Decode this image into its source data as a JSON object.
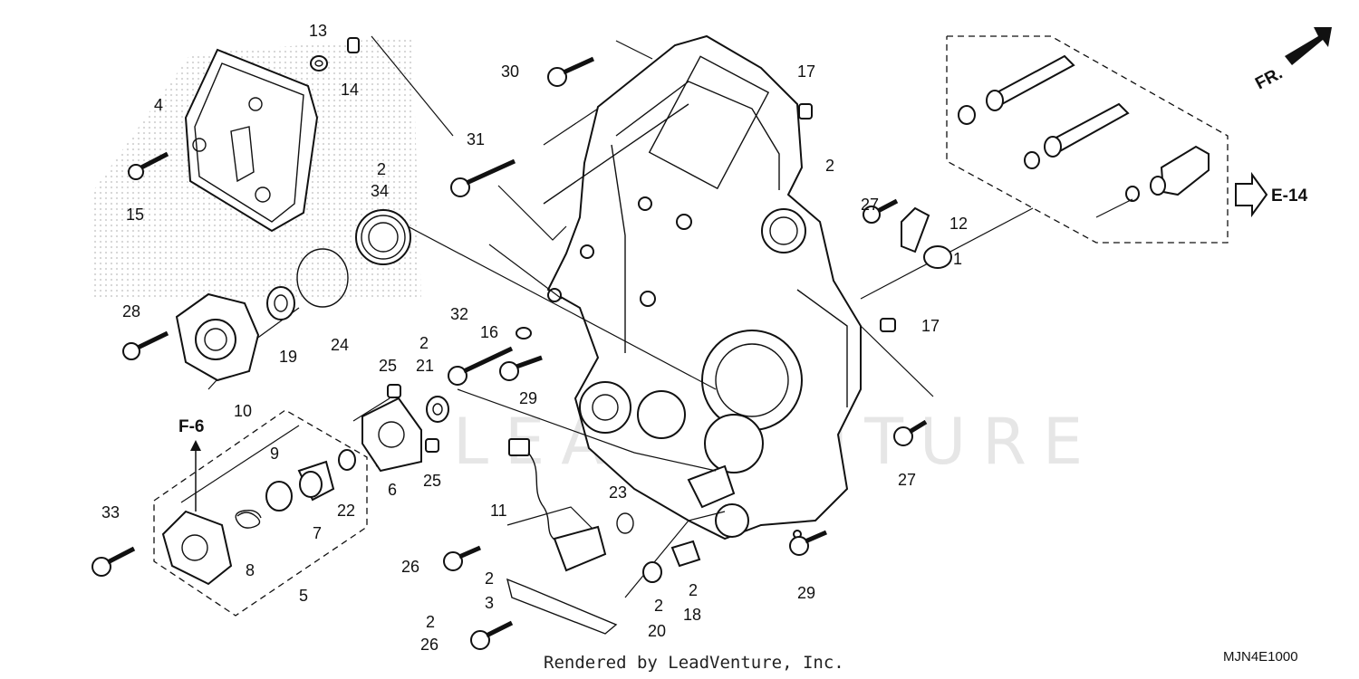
{
  "diagram": {
    "footer": "Rendered by LeadVenture, Inc.",
    "code": "MJN4E1000",
    "watermark": "LEADVENTURE",
    "direction_label": "FR.",
    "refs": {
      "f6": "F-6",
      "e14": "E-14"
    },
    "callouts": {
      "c1": "1",
      "c2a": "2",
      "c2b": "2",
      "c34": "34",
      "c3": "3",
      "c2c": "2",
      "c4": "4",
      "c5": "5",
      "c6": "6",
      "c7": "7",
      "c8": "8",
      "c9": "9",
      "c10": "10",
      "c11": "11",
      "c12": "12",
      "c13": "13",
      "c14": "14",
      "c15": "15",
      "c16": "16",
      "c17a": "17",
      "c17b": "17",
      "c2d": "2",
      "c18": "18",
      "c19": "19",
      "c2e": "2",
      "c20": "20",
      "c2f": "2",
      "c21": "21",
      "c22": "22",
      "c23": "23",
      "c24": "24",
      "c25a": "25",
      "c25b": "25",
      "c26a": "26",
      "c2g": "2",
      "c26b": "26",
      "c27a": "27",
      "c27b": "27",
      "c28": "28",
      "c29a": "29",
      "c29b": "29",
      "c30": "30",
      "c31": "31",
      "c32": "32",
      "c33": "33"
    }
  }
}
